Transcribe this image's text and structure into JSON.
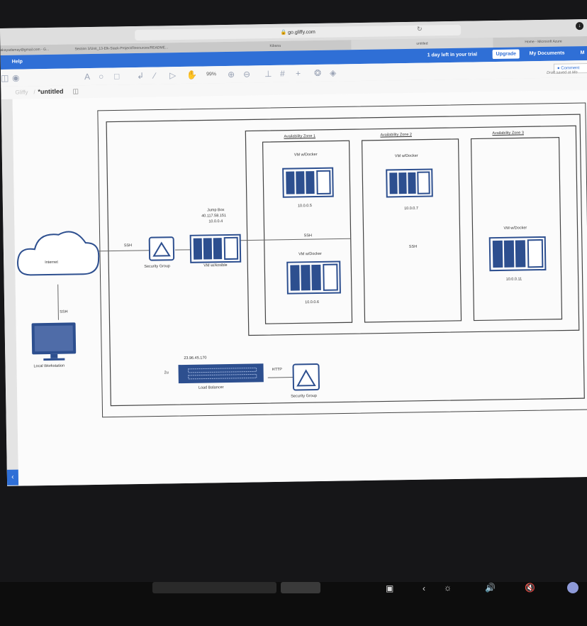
{
  "browser": {
    "url": "go.gliffy.com",
    "tabs": [
      "akayadamay@gmail.com - G...",
      "Section 3/Unit_13-Elk-Stack-Project/Resources/README...",
      "Kibana",
      "untitled",
      "Home - Microsoft Azure"
    ]
  },
  "app": {
    "menu_help": "Help",
    "trial_notice": "1 day left in your trial",
    "upgrade_label": "Upgrade",
    "my_documents_label": "My Documents",
    "more_label": "M",
    "comment_label": "Comment",
    "draft_status": "Draft saved at Mo",
    "zoom": "99%",
    "breadcrumb_root": "Gliffy",
    "breadcrumb_sep": "/",
    "doc_title": "*untitled"
  },
  "diagram": {
    "internet_label": "Internet",
    "ssh_workstation": "SSH",
    "local_workstation_label": "Local Workstation",
    "ssh_to_sg": "SSH",
    "security_group_1": "Security Group",
    "jumpbox_title": "Jump Box",
    "jumpbox_ip_public": "40.117.58.151",
    "jumpbox_ip_private": "10.0.0.4",
    "jumpbox_vm_label": "VM w/Ansible",
    "zone1_title": "Availability Zone 1",
    "zone2_title": "Availability Zone 2",
    "zone3_title": "Availability Zone 3",
    "vm_docker_label": "VM w/Docker",
    "ip_10005": "10.0.0.5",
    "ip_10006": "10.0.0.6",
    "ip_10007": "10.0.0.7",
    "ip_100011": "10.0.0.11",
    "ssh_zone1": "SSH",
    "ssh_zone2": "SSH",
    "lb_ip": "23.96.45.170",
    "lb_rack": "2u",
    "lb_label": "Load Balancer",
    "http_label": "HTTP",
    "security_group_2": "Security Group"
  },
  "colors": {
    "accent": "#2f6fd6",
    "icon_blue": "#2d4f8f"
  }
}
